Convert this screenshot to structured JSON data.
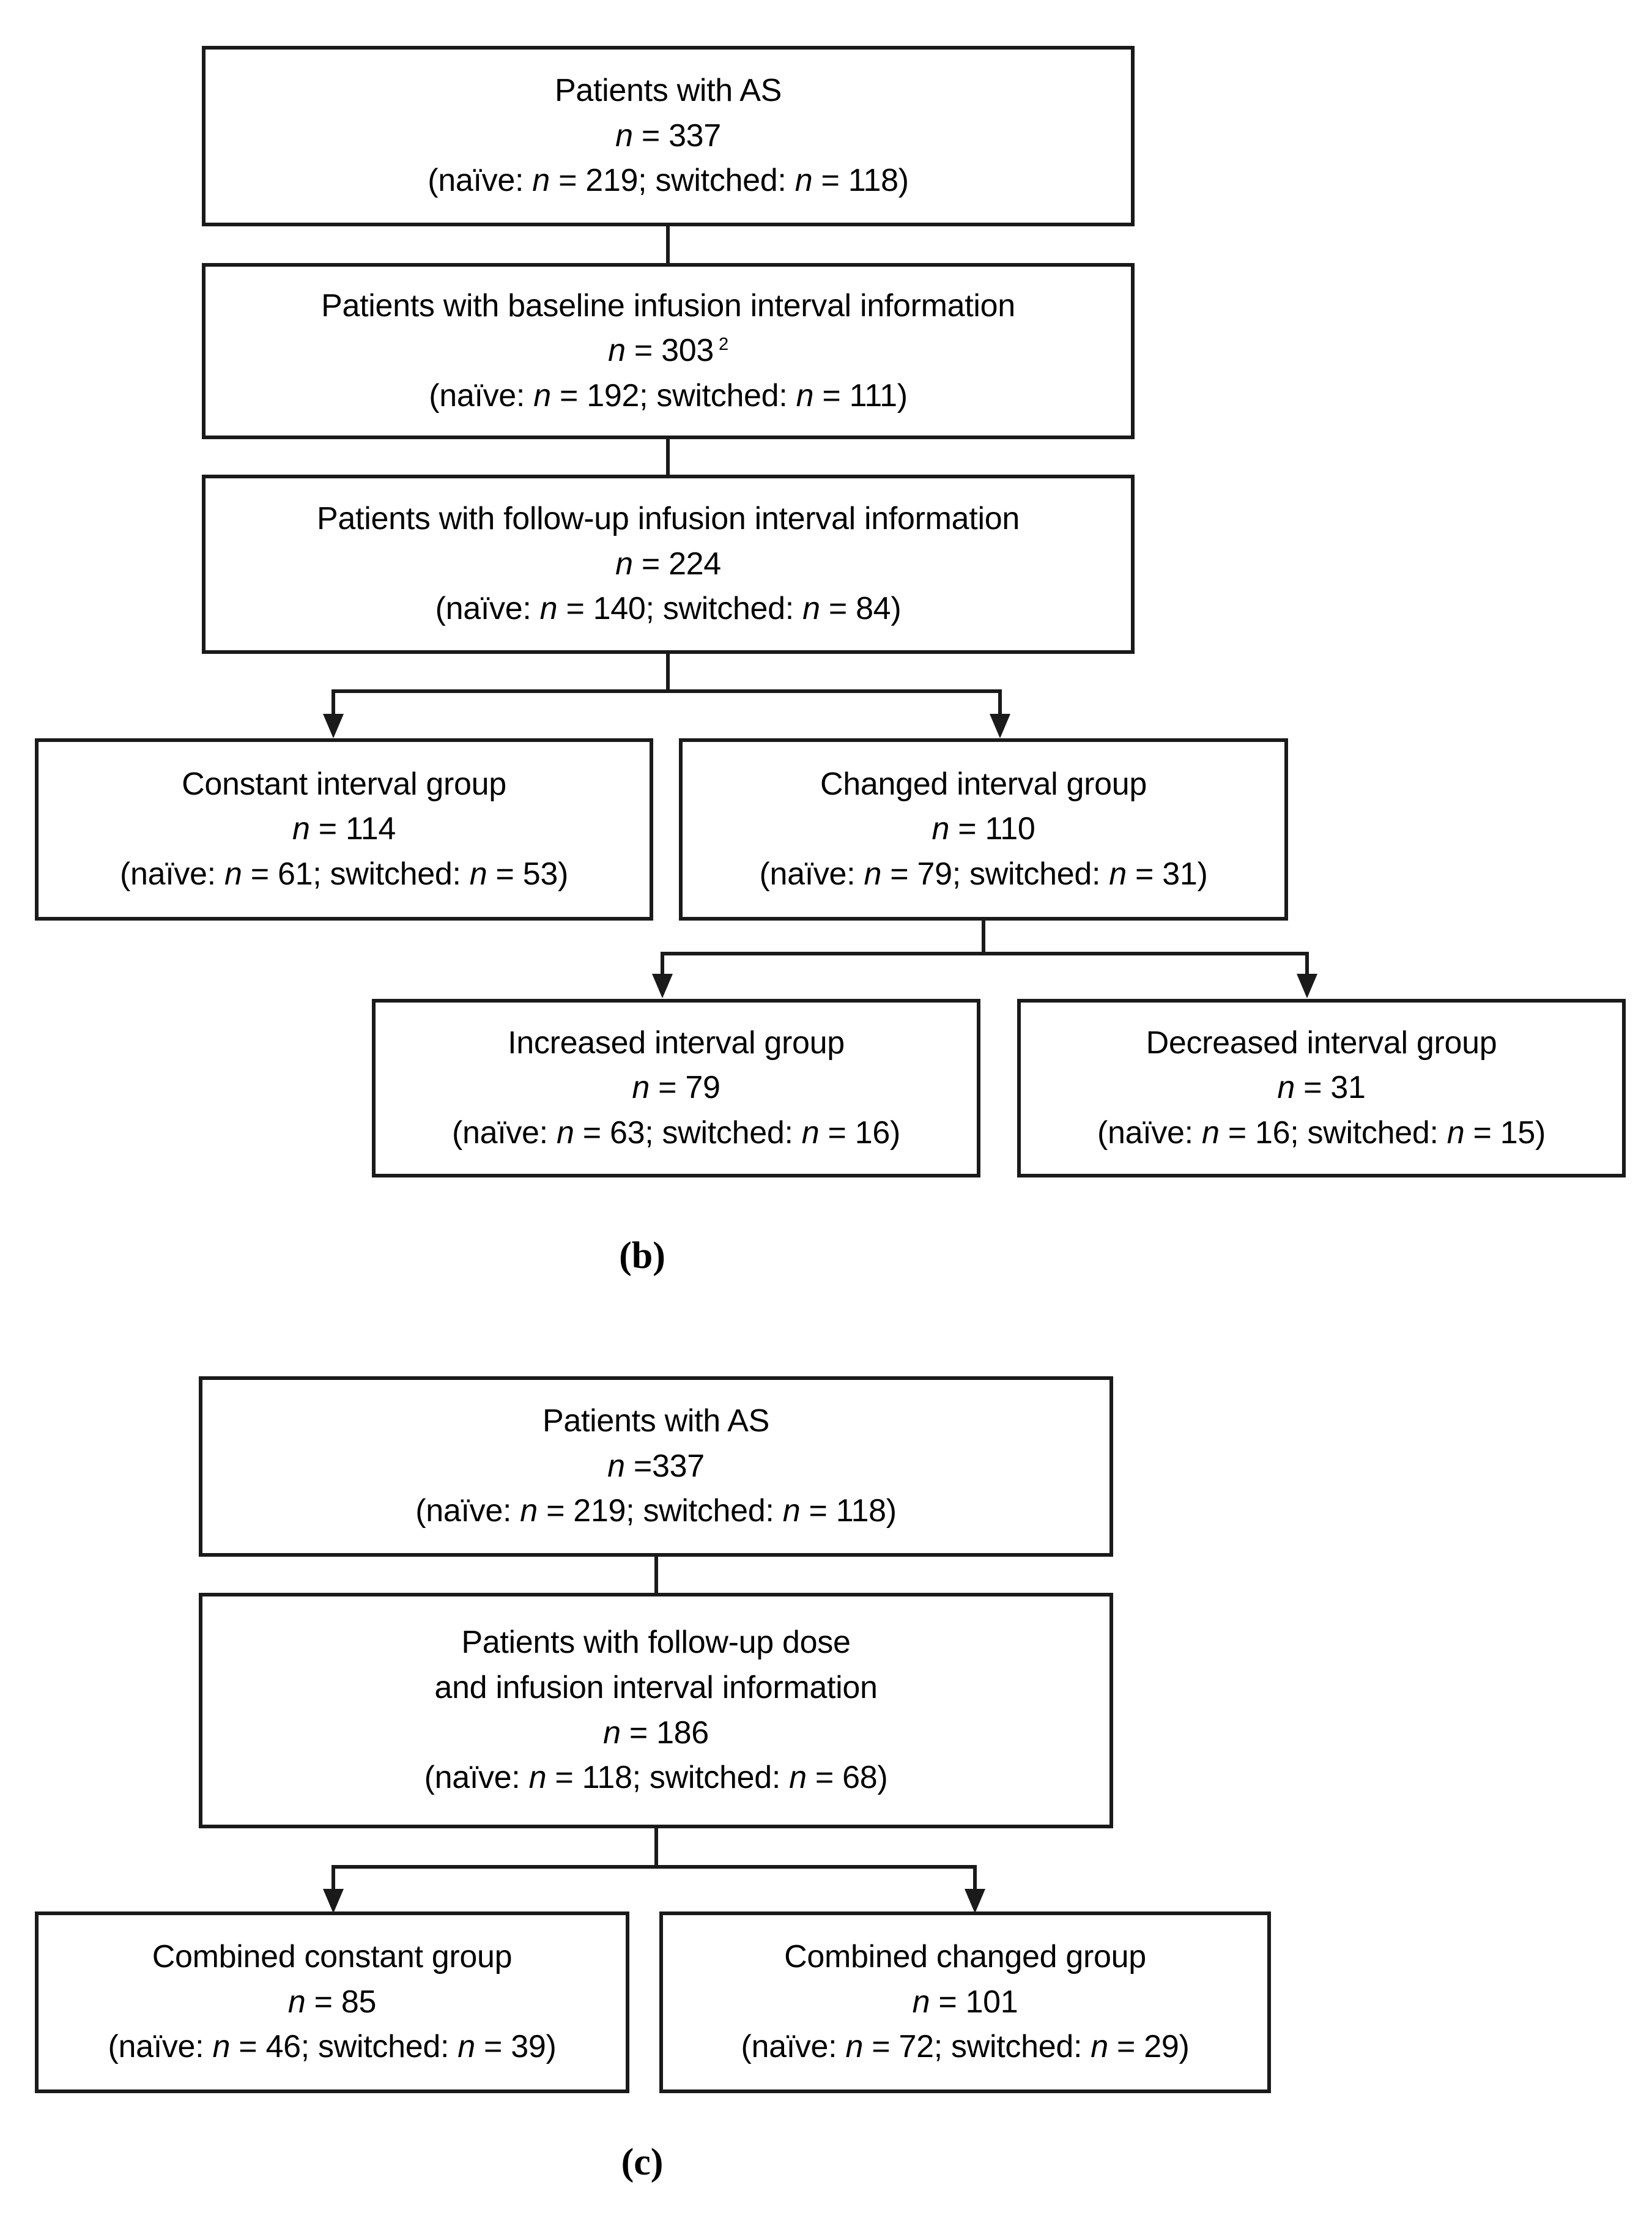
{
  "figure": {
    "type": "flowchart",
    "description": "Patient disposition flow diagram, panels (b) and (c)"
  },
  "panel_b": {
    "caption": "(b)",
    "boxes": {
      "patients_as": {
        "title": "Patients with AS",
        "n_line": "n = 337",
        "n_value": 337,
        "breakdown": "(naïve: n = 219; switched: n = 118)",
        "naive": 219,
        "switched": 118
      },
      "baseline_interval": {
        "title": "Patients with baseline infusion interval information",
        "n_line": "n = 303",
        "n_value": 303,
        "footnote_marker": "2",
        "breakdown": "(naïve: n = 192; switched: n = 111)",
        "naive": 192,
        "switched": 111
      },
      "followup_interval": {
        "title": "Patients with follow-up infusion interval information",
        "n_line": "n = 224",
        "n_value": 224,
        "breakdown": "(naïve: n = 140; switched: n = 84)",
        "naive": 140,
        "switched": 84
      },
      "constant_interval": {
        "title": "Constant interval group",
        "n_line": "n = 114",
        "n_value": 114,
        "breakdown": "(naïve: n = 61; switched: n = 53)",
        "naive": 61,
        "switched": 53
      },
      "changed_interval": {
        "title": "Changed interval group",
        "n_line": "n = 110",
        "n_value": 110,
        "breakdown": "(naïve: n = 79; switched: n = 31)",
        "naive": 79,
        "switched": 31
      },
      "increased_interval": {
        "title": "Increased interval group",
        "n_line": "n = 79",
        "n_value": 79,
        "breakdown": "(naïve: n = 63; switched: n = 16)",
        "naive": 63,
        "switched": 16
      },
      "decreased_interval": {
        "title": "Decreased interval group",
        "n_line": "n = 31",
        "n_value": 31,
        "breakdown": "(naïve: n = 16; switched: n = 15)",
        "naive": 16,
        "switched": 15
      }
    }
  },
  "panel_c": {
    "caption": "(c)",
    "boxes": {
      "patients_as": {
        "title": "Patients with AS",
        "n_line": "n =337",
        "n_value": 337,
        "breakdown": "(naïve: n = 219; switched: n = 118)",
        "naive": 219,
        "switched": 118
      },
      "followup_dose": {
        "title_line1": "Patients with follow-up dose",
        "title_line2": "and infusion interval information",
        "n_line": "n = 186",
        "n_value": 186,
        "breakdown": "(naïve: n = 118; switched: n = 68)",
        "naive": 118,
        "switched": 68
      },
      "combined_constant": {
        "title": "Combined constant group",
        "n_line": "n = 85",
        "n_value": 85,
        "breakdown": "(naïve: n = 46; switched: n = 39)",
        "naive": 46,
        "switched": 39
      },
      "combined_changed": {
        "title": "Combined changed group",
        "n_line": "n = 101",
        "n_value": 101,
        "breakdown": "(naïve: n = 72; switched: n = 29)",
        "naive": 72,
        "switched": 29
      }
    }
  },
  "colors": {
    "stroke": "#1a1a1a",
    "background": "#ffffff",
    "text": "#000000"
  }
}
